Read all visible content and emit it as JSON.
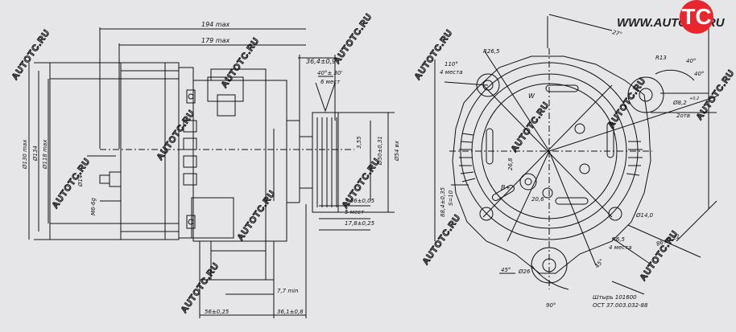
{
  "logo": {
    "text_before": "WWW.AUTO",
    "mark": "TC",
    "text_after": ".RU"
  },
  "watermark": "AUTOTC.RU",
  "side_view": {
    "dims": {
      "len_194": "194 max",
      "len_179": "179 max",
      "len_36": "36,4±0,9",
      "angle_40": "40°± 30'",
      "grooves_6": "6 мест",
      "pitch_356": "3,56±0,05",
      "grooves_5": "5 мест",
      "len_178": "17,8±0,25",
      "gap_77": "7,7 min",
      "len_56": "56±0,25",
      "len_361": "36,1±0,8",
      "dia_130": "Ø130 max",
      "dia_134": "Ø134",
      "dia_118": "Ø118 max",
      "dia_14": "Ø14",
      "thread_m6": "M6-6g",
      "dia_355": "3,55",
      "dia_50": "Ø50±0,31",
      "dia_54": "Ø54 вх"
    }
  },
  "front_view": {
    "dims": {
      "angle_110": "110°",
      "places_4a": "4 места",
      "r265": "R26,5",
      "r13": "R13",
      "angle_40a": "40°",
      "angle_40b": "40°",
      "dia_82": "Ø8,2",
      "tol_82": "+0,2",
      "holes_2": "2отв",
      "label_w": "W",
      "label_b": "B+",
      "val_268": "26,8",
      "val_206": "20,6",
      "val_s10": "S=10",
      "val_88": "88,4±0,35",
      "dia_140": "Ø14,0",
      "r65": "R6,5",
      "places_4b": "4 места",
      "val_86": "86±0,22",
      "angle_45a": "45°",
      "angle_45b": "45°",
      "dia_26": "Ø26",
      "angle_90": "90°",
      "angle_27": "27°",
      "stud_note": "Штырь 101600",
      "ost_note": "ОСТ 37.003.032-88"
    }
  }
}
